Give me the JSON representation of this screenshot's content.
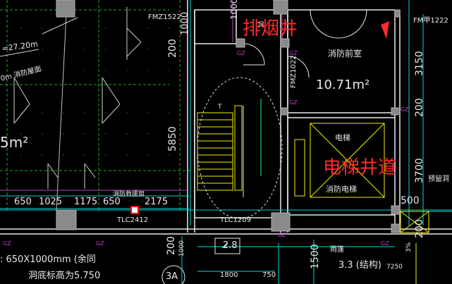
{
  "colors": {
    "background": "#000000",
    "wall_white": "#e8e8e8",
    "column_gray": "#8a8a8a",
    "dim_cyan": "#00e0e0",
    "axis_magenta": "#c040c0",
    "stair_yellow": "#f0f000",
    "annot_red": "#ff2a2a",
    "grid_green": "#2ea52e"
  },
  "labels": {
    "fm_left": "FMZ1522",
    "fm_right": "FM甲1222",
    "fm_vertical": "FMZ1022",
    "smoke_shaft": "排烟井",
    "smoke_small": "风",
    "fire_room": "消防前室",
    "fire_area": "10.71m²",
    "elevator_shaft_cn": "电梯",
    "elevator_shaft_big": "电梯井道",
    "fire_elevator": "消防电梯",
    "left_area": "5m²",
    "elev_left": "=27.20m",
    "left_text": "0m  消防屋面",
    "window_label": "消防救援窗",
    "tlc2412": "TLC2412",
    "tlc1209": "TLC1209",
    "reserve": "预留洞",
    "gz": "GZ",
    "stair_t": "T",
    "window_note": ": 650X1000mm (余同",
    "sill_note": "洞底标高为5.750",
    "rain_shed": "雨篷",
    "rain_value": "3.3 (结构)",
    "val_28": "2.8",
    "grid_3a": "3A",
    "dims": {
      "d1000_top": "1000",
      "d200_top": "200",
      "d5850": "5850",
      "d200_mid_right": "200",
      "d3150": "3150",
      "d3700": "3700",
      "d500": "500",
      "d200_low": "200",
      "d1000_low": "1000",
      "d1500": "1500",
      "d200_bot_right": "200",
      "d7250": "7250",
      "d1800": "1800",
      "d750": "750",
      "d3pct": "3%",
      "d1000_top2": "1000",
      "d650a": "650",
      "d1025": "1025",
      "d1175": "1175",
      "d650b": "650",
      "d2175": "2175"
    }
  }
}
